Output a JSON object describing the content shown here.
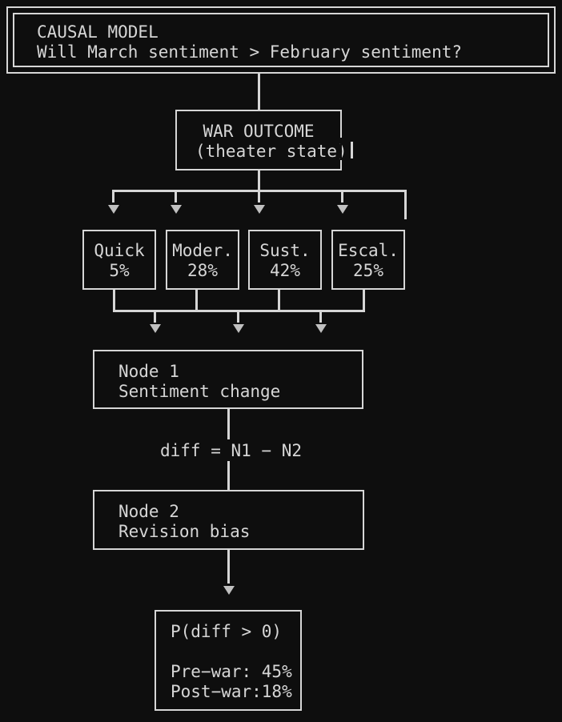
{
  "header": {
    "title": "CAUSAL MODEL",
    "question": "Will March sentiment > February sentiment?"
  },
  "war_outcome": {
    "line1": "WAR OUTCOME",
    "line2": "(theater state)"
  },
  "outcomes": {
    "items": [
      {
        "label": "Quick",
        "prob": "5%"
      },
      {
        "label": "Moder.",
        "prob": "28%"
      },
      {
        "label": "Sust.",
        "prob": "42%"
      },
      {
        "label": "Escal.",
        "prob": "25%"
      }
    ]
  },
  "node1": {
    "title": "Node 1",
    "subtitle": "Sentiment change"
  },
  "formula": {
    "text": "diff = N1 − N2"
  },
  "node2": {
    "title": "Node 2",
    "subtitle": "Revision bias"
  },
  "result": {
    "title": "P(diff > 0)",
    "pre_war": "Pre−war: 45%",
    "post_war": "Post−war:18%"
  },
  "colors": {
    "background": "#0e0e0e",
    "foreground": "#d6d6d6",
    "arrow": "#c0c0c0"
  }
}
